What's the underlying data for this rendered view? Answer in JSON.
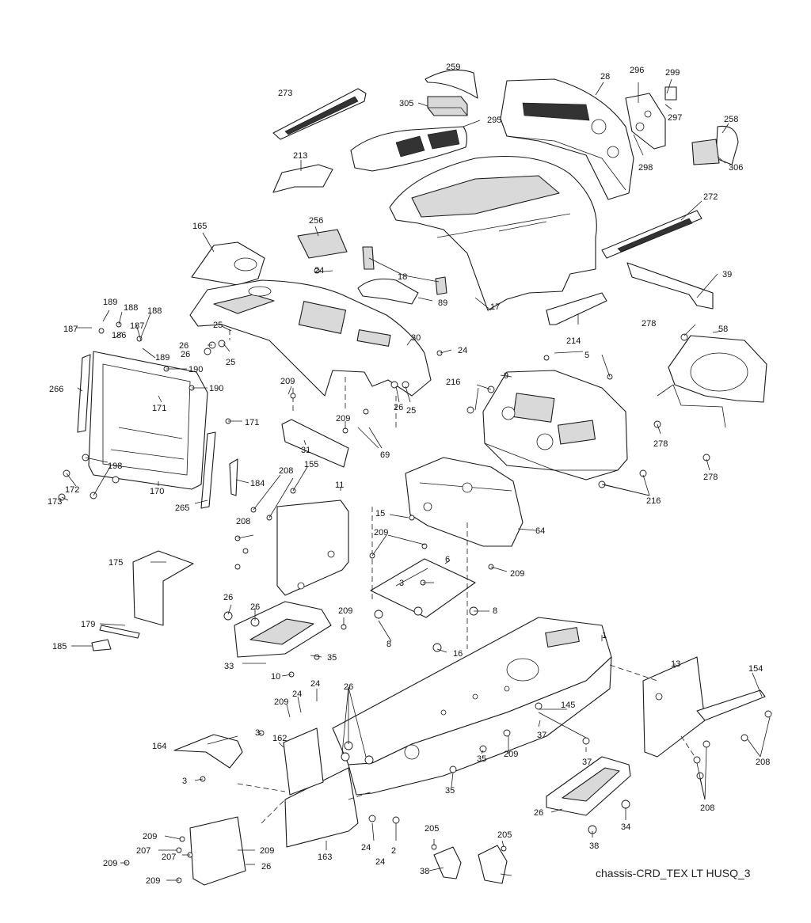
{
  "caption": "chassis-CRD_TEX LT HUSQ_3",
  "callouts": [
    "259",
    "305",
    "273",
    "295",
    "28",
    "296",
    "299",
    "297",
    "298",
    "258",
    "306",
    "213",
    "256",
    "165",
    "272",
    "18",
    "89",
    "17",
    "24",
    "39",
    "189",
    "188",
    "188",
    "187",
    "187",
    "186",
    "189",
    "25",
    "26",
    "26",
    "25",
    "30",
    "24",
    "214",
    "278",
    "58",
    "5",
    "9",
    "216",
    "190",
    "190",
    "266",
    "171",
    "209",
    "26",
    "25",
    "209",
    "171",
    "31",
    "69",
    "278",
    "278",
    "216",
    "198",
    "172",
    "173",
    "170",
    "265",
    "184",
    "208",
    "155",
    "11",
    "64",
    "15",
    "208",
    "209",
    "6",
    "209",
    "3",
    "175",
    "26",
    "26",
    "209",
    "8",
    "8",
    "16",
    "179",
    "185",
    "35",
    "33",
    "10",
    "1",
    "13",
    "154",
    "24",
    "26",
    "209",
    "24",
    "145",
    "164",
    "3",
    "162",
    "37",
    "37",
    "208",
    "3",
    "35",
    "209",
    "35",
    "208",
    "205",
    "205",
    "209",
    "207",
    "207",
    "209",
    "209",
    "209",
    "163",
    "24",
    "24",
    "2",
    "26",
    "34",
    "26",
    "38",
    "38"
  ],
  "colors": {
    "line": "#1a1a1a",
    "panel": "#d9d9d9",
    "grille": "#333333"
  }
}
